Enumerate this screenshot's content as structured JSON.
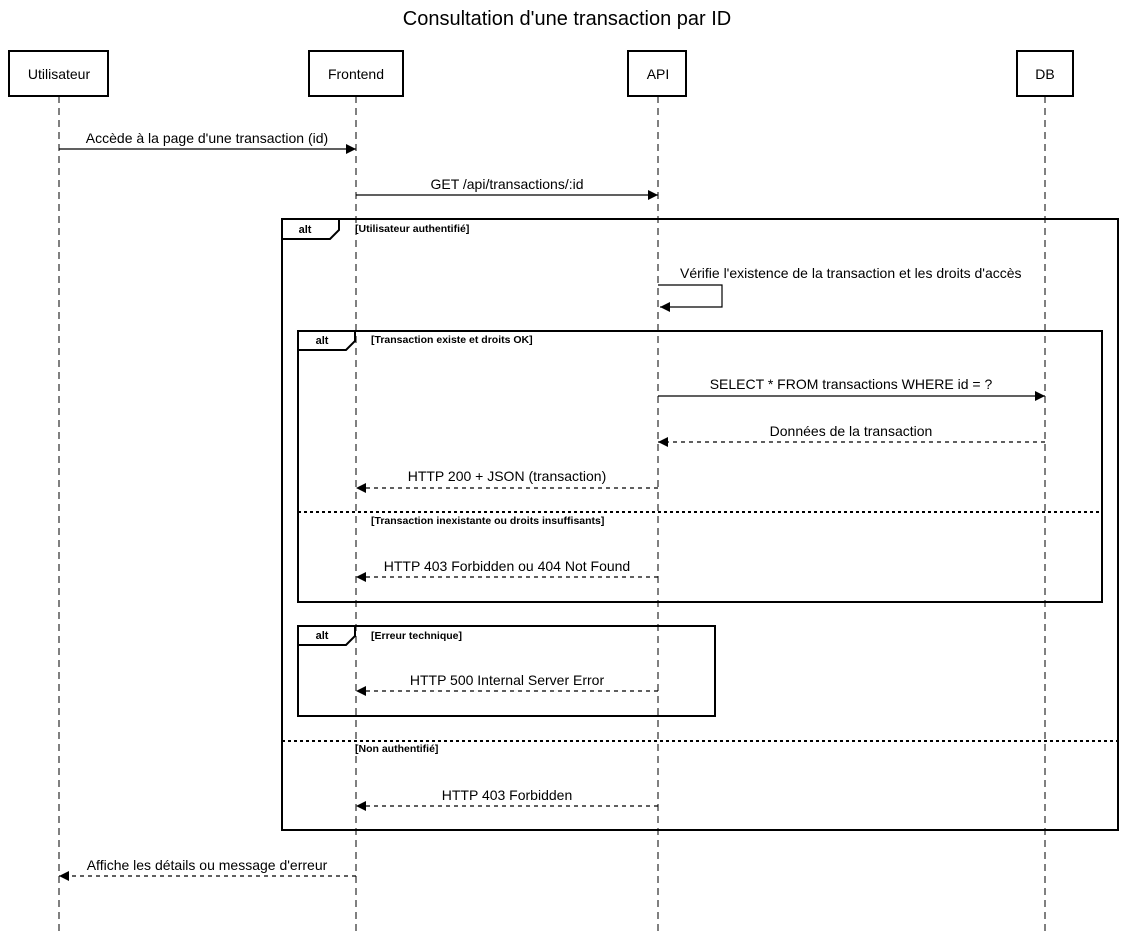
{
  "title": "Consultation d'une transaction par ID",
  "actors": {
    "user": "Utilisateur",
    "frontend": "Frontend",
    "api": "API",
    "db": "DB"
  },
  "messages": {
    "m1": "Accède à la page d'une transaction (id)",
    "m2": "GET /api/transactions/:id",
    "m3": "Vérifie l'existence de la transaction et les droits d'accès",
    "m4": "SELECT * FROM transactions WHERE id = ?",
    "m5": "Données de la transaction",
    "m6": "HTTP 200 + JSON (transaction)",
    "m7": "HTTP 403 Forbidden ou 404 Not Found",
    "m8": "HTTP 500 Internal Server Error",
    "m9": "HTTP 403 Forbidden",
    "m10": "Affiche les détails ou message d'erreur"
  },
  "frames": {
    "keyword": "alt",
    "outer_guard": "[Utilisateur authentifié]",
    "outer_else_guard": "[Non authentifié]",
    "inner1_guard": "[Transaction existe et droits OK]",
    "inner1_else_guard": "[Transaction inexistante ou droits insuffisants]",
    "inner2_guard": "[Erreur technique]"
  }
}
